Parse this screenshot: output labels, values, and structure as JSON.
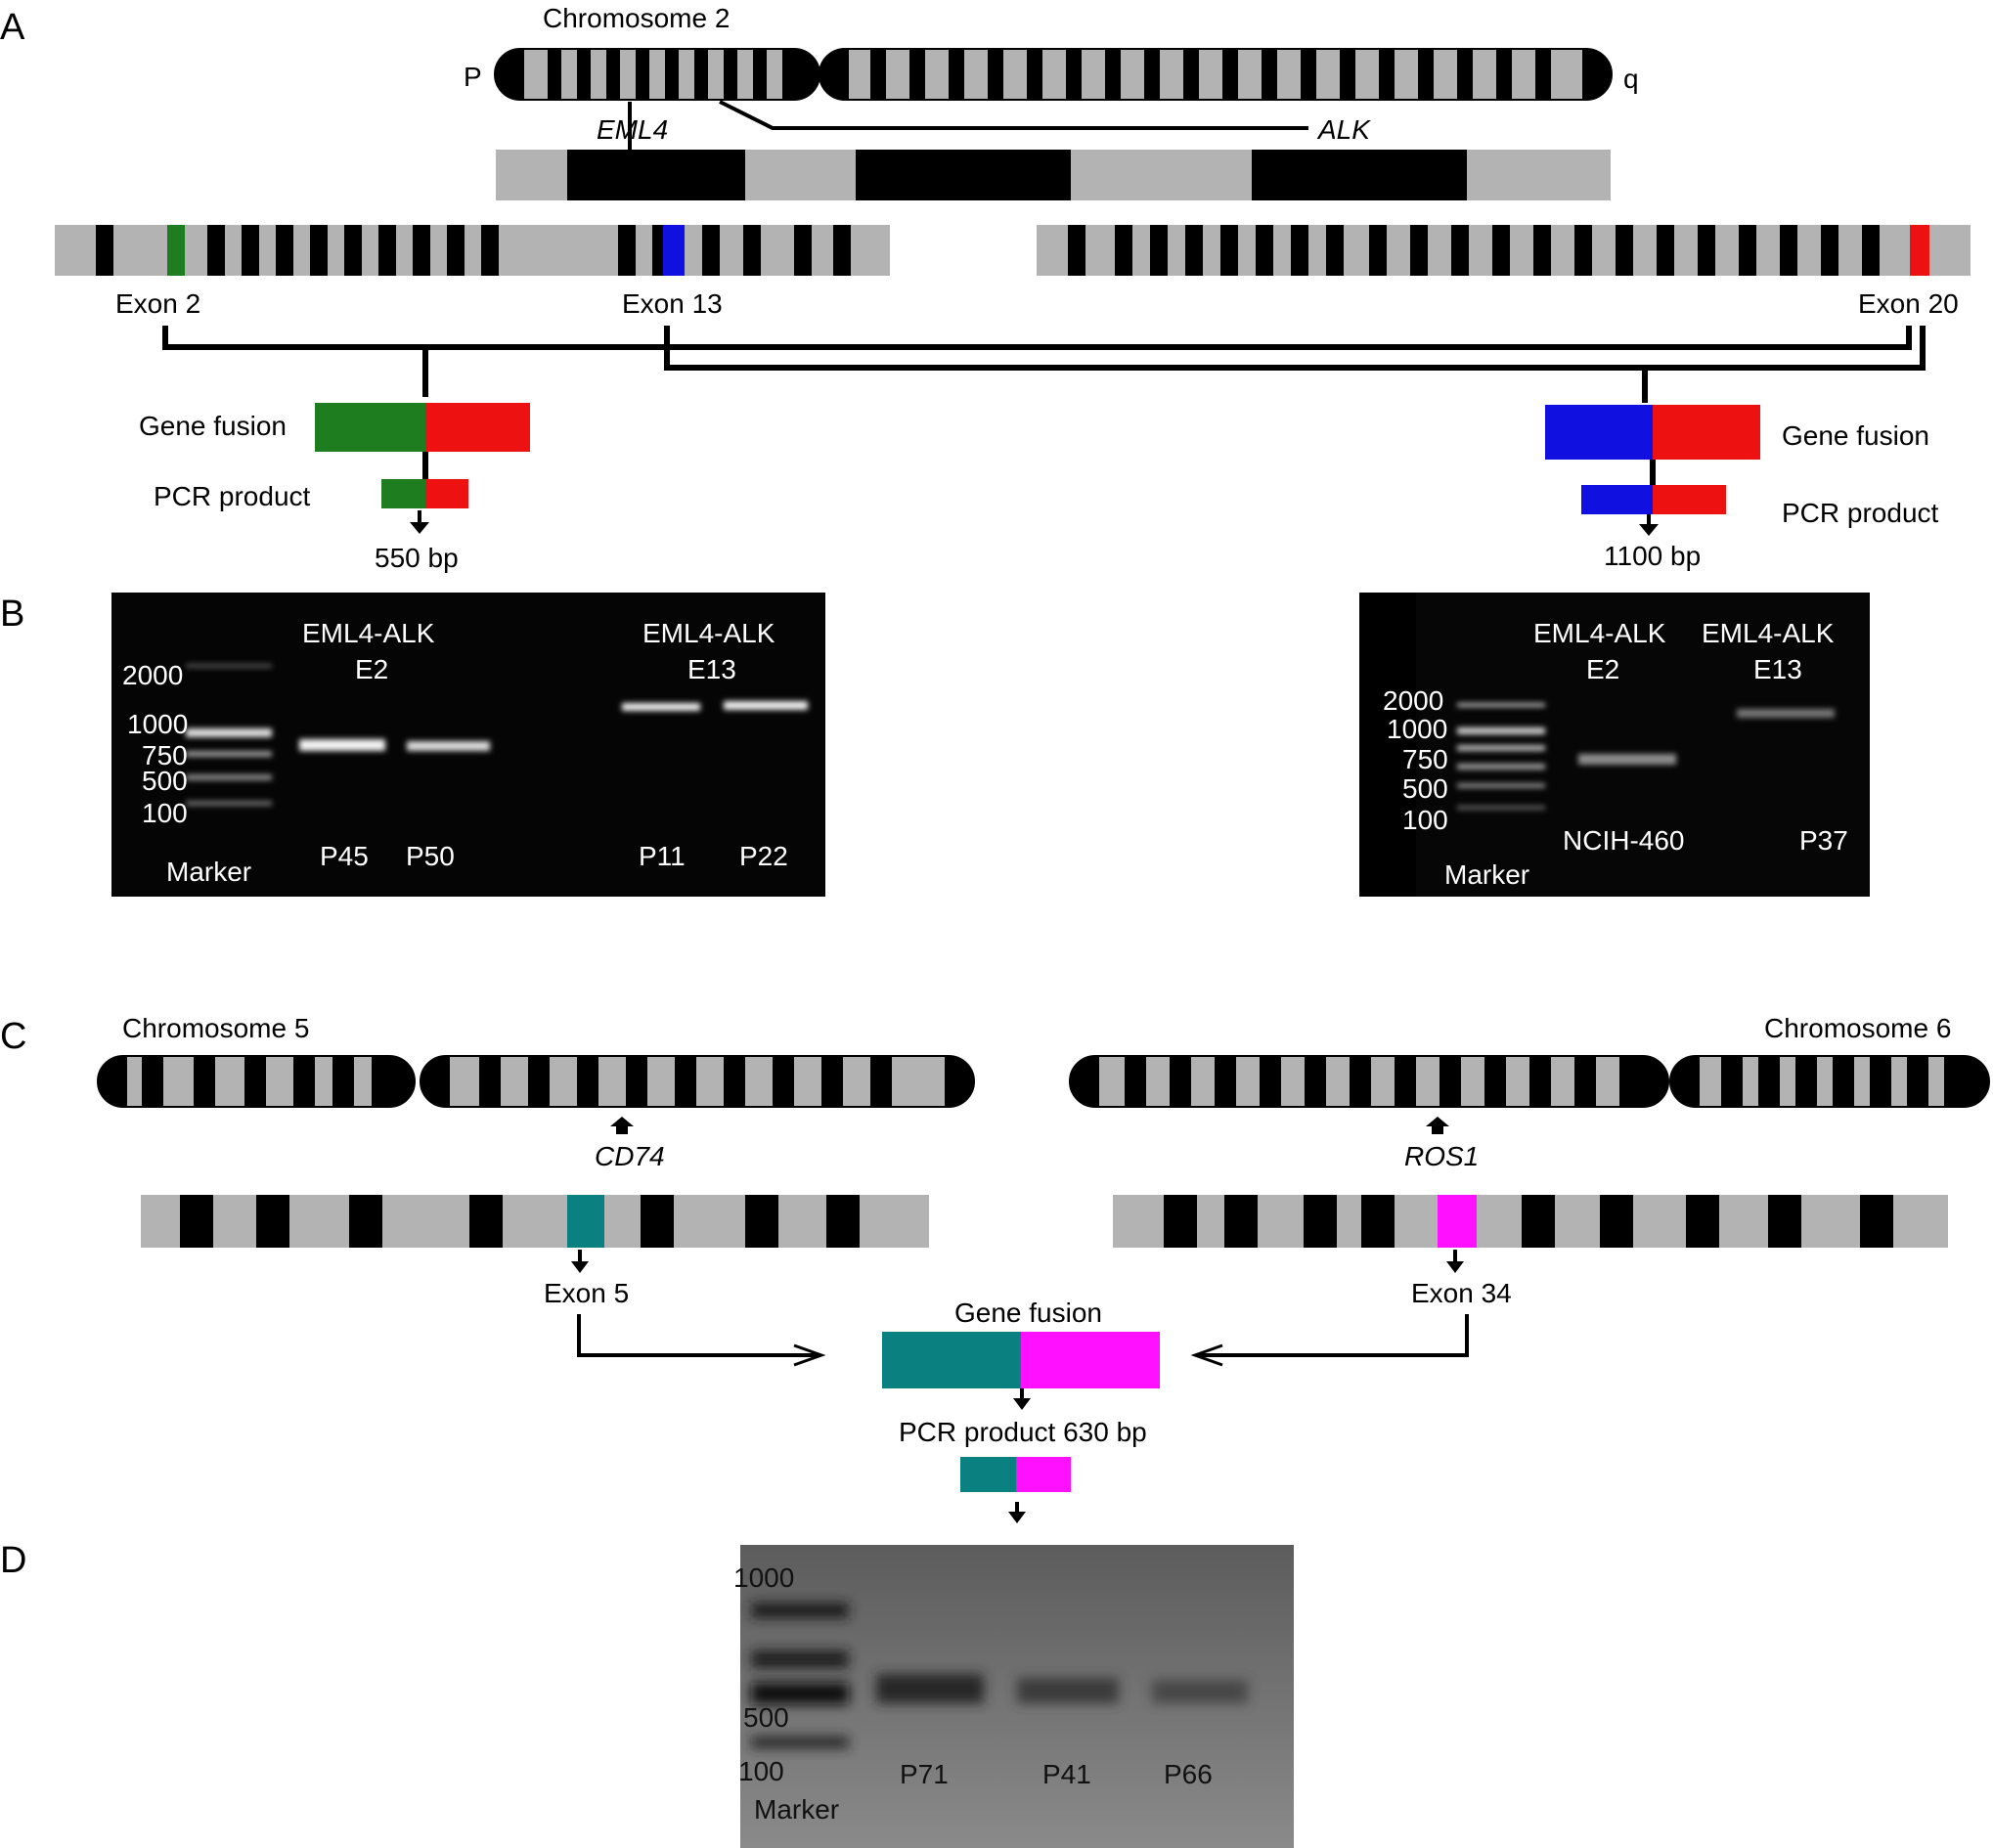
{
  "panels": {
    "A": "A",
    "B": "B",
    "C": "C",
    "D": "D"
  },
  "panelA": {
    "chromosome_title": "Chromosome 2",
    "p_arm": "P",
    "q_arm": "q",
    "gene1": "EML4",
    "gene2": "ALK",
    "exon_left1": "Exon 2",
    "exon_left2": "Exon 13",
    "exon_right": "Exon 20",
    "fusion_left_label": "Gene fusion",
    "pcr_left_label": "PCR product",
    "size_left": "550 bp",
    "fusion_right_label": "Gene fusion",
    "pcr_right_label": "PCR product",
    "size_right": "1100 bp"
  },
  "panelB": {
    "gel1": {
      "header_left": [
        "EML4-ALK",
        "E2"
      ],
      "header_right": [
        "EML4-ALK",
        "E13"
      ],
      "ladder": [
        "2000",
        "1000",
        "750",
        "500",
        "100"
      ],
      "lanes": [
        "Marker",
        "P45",
        "P50",
        "P11",
        "P22"
      ]
    },
    "gel2": {
      "header_left": [
        "EML4-ALK",
        "E2"
      ],
      "header_right": [
        "EML4-ALK",
        "E13"
      ],
      "ladder": [
        "2000",
        "1000",
        "750",
        "500",
        "100"
      ],
      "lanes": [
        "Marker",
        "NCIH-460",
        "P37"
      ]
    }
  },
  "panelC": {
    "chrom5_title": "Chromosome 5",
    "chrom6_title": "Chromosome 6",
    "gene1": "CD74",
    "gene2": "ROS1",
    "exon1": "Exon 5",
    "exon2": "Exon 34",
    "fusion_label": "Gene fusion",
    "pcr_label": "PCR product 630 bp"
  },
  "panelD": {
    "ladder": [
      "1000",
      "500",
      "100"
    ],
    "lanes": [
      "Marker",
      "P71",
      "P41",
      "P66"
    ]
  },
  "colors": {
    "band_gray": "#b3b3b3",
    "band_black": "#000000",
    "eml4_exon2": "#1e7d1e",
    "eml4_exon13": "#1010e0",
    "alk_exon20": "#ee1111",
    "cd74_exon5": "#0b8080",
    "ros1_exon34": "#ff10ff",
    "gel_dark": "#050505",
    "gel_gray": "#6e6e6e"
  }
}
